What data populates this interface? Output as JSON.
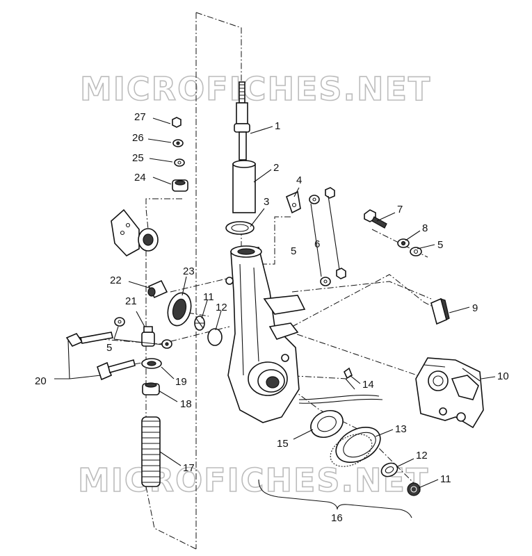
{
  "watermark": "MICROFICHES.NET",
  "callouts": {
    "c1": "1",
    "c2": "2",
    "c3": "3",
    "c4": "4",
    "c5a": "5",
    "c6": "6",
    "c7": "7",
    "c8": "8",
    "c5b": "5",
    "c9": "9",
    "c10": "10",
    "c11a": "11",
    "c12a": "12",
    "c13": "13",
    "c14": "14",
    "c15": "15",
    "c16": "16",
    "c17": "17",
    "c18": "18",
    "c19": "19",
    "c20": "20",
    "c21": "21",
    "c22": "22",
    "c23": "23",
    "c24": "24",
    "c25": "25",
    "c26": "26",
    "c27": "27",
    "c5c": "5",
    "c11b": "11",
    "c12b": "12"
  }
}
